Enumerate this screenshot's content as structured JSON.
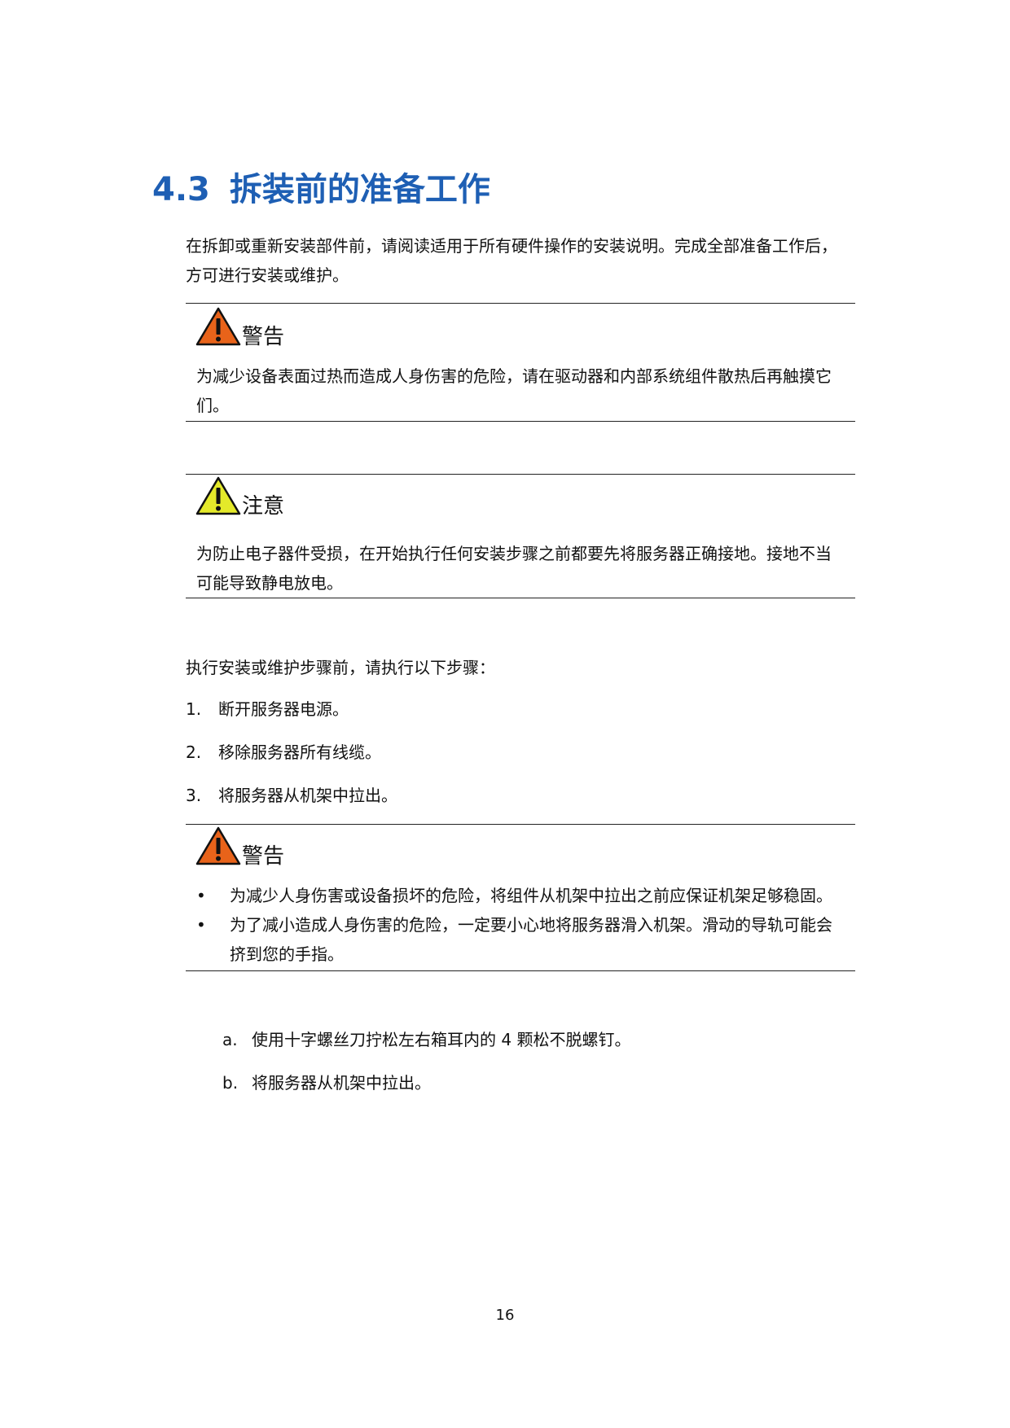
{
  "section": {
    "number": "4.3",
    "title": "拆装前的准备工作"
  },
  "intro": {
    "line1": "在拆卸或重新安装部件前，请阅读适用于所有硬件操作的安装说明。完成全部准备工作后，",
    "line2": "方可进行安装或维护。"
  },
  "warning1": {
    "label": "警告",
    "line1": "为减少设备表面过热而造成人身伤害的危险，请在驱动器和内部系统组件散热后再触摸它",
    "line2": "们。"
  },
  "caution1": {
    "label": "注意",
    "line1": "为防止电子器件受损，在开始执行任何安装步骤之前都要先将服务器正确接地。接地不当",
    "line2": "可能导致静电放电。"
  },
  "steps_intro": "执行安装或维护步骤前，请执行以下步骤：",
  "steps": [
    {
      "num": "1.",
      "text": "断开服务器电源。"
    },
    {
      "num": "2.",
      "text": "移除服务器所有线缆。"
    },
    {
      "num": "3.",
      "text": "将服务器从机架中拉出。"
    }
  ],
  "warning2": {
    "label": "警告",
    "bullet1": "为减少人身伤害或设备损坏的危险，将组件从机架中拉出之前应保证机架足够稳固。",
    "bullet2_line1": "为了减小造成人身伤害的危险，一定要小心地将服务器滑入机架。滑动的导轨可能会",
    "bullet2_line2": "挤到您的手指。"
  },
  "substeps": [
    {
      "num": "a.",
      "text": "使用十字螺丝刀拧松左右箱耳内的 4 颗松不脱螺钉。"
    },
    {
      "num": "b.",
      "text": "将服务器从机架中拉出。"
    }
  ],
  "page_number": "16",
  "colors": {
    "title": "#1e5fb4",
    "warning_fill": "#e8631a",
    "caution_fill": "#e4e92a"
  },
  "icons": {
    "warning": "warning-triangle-icon",
    "caution": "caution-triangle-icon"
  }
}
